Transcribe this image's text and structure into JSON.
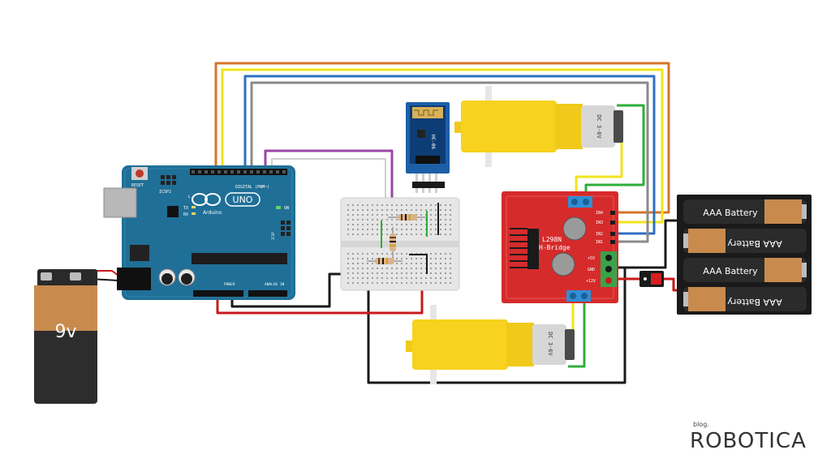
{
  "colors": {
    "arduino_board": "#1f6f97",
    "hbridge_board": "#d62b2b",
    "motor_yellow": "#f7d21e",
    "battery_orange": "#c98a4e",
    "wire_red": "#c8191b",
    "wire_black": "#1a1a1a",
    "wire_orange": "#d7752a",
    "wire_yellow": "#f2e31b",
    "wire_blue": "#2f6fc0",
    "wire_gray": "#8a8a8a",
    "wire_green": "#2fae3a",
    "wire_purple": "#9b46a6"
  },
  "battery9v": {
    "label": "9v"
  },
  "arduino": {
    "logo_text": "UNO",
    "brand": "Arduino",
    "reset_label": "RESET",
    "icsp_label": "ICSP2",
    "icsp_label2": "ICSP",
    "digital_label": "DIGITAL (PWM~)",
    "power_label": "POWER",
    "analog_label": "ANALOG IN",
    "on_label": "ON",
    "tx_label": "TX",
    "rx_label": "RX",
    "l_label": "L"
  },
  "bluetooth": {
    "label": "HC-06"
  },
  "motor_top": {
    "label": "DC 3-6V"
  },
  "motor_bottom": {
    "label": "DC 3-6V"
  },
  "hbridge": {
    "title": "L298N",
    "subtitle": "H-Bridge",
    "pins": [
      "IN4",
      "IN3",
      "IN2",
      "IN1"
    ],
    "power_pins": [
      "+5V",
      "GND",
      "+12V"
    ]
  },
  "aaa_pack": {
    "cells": [
      "AAA Battery",
      "AAA Battery",
      "AAA Battery",
      "AAA Battery"
    ]
  },
  "brand": {
    "top": "blog.",
    "main": "ROBOTICA"
  }
}
